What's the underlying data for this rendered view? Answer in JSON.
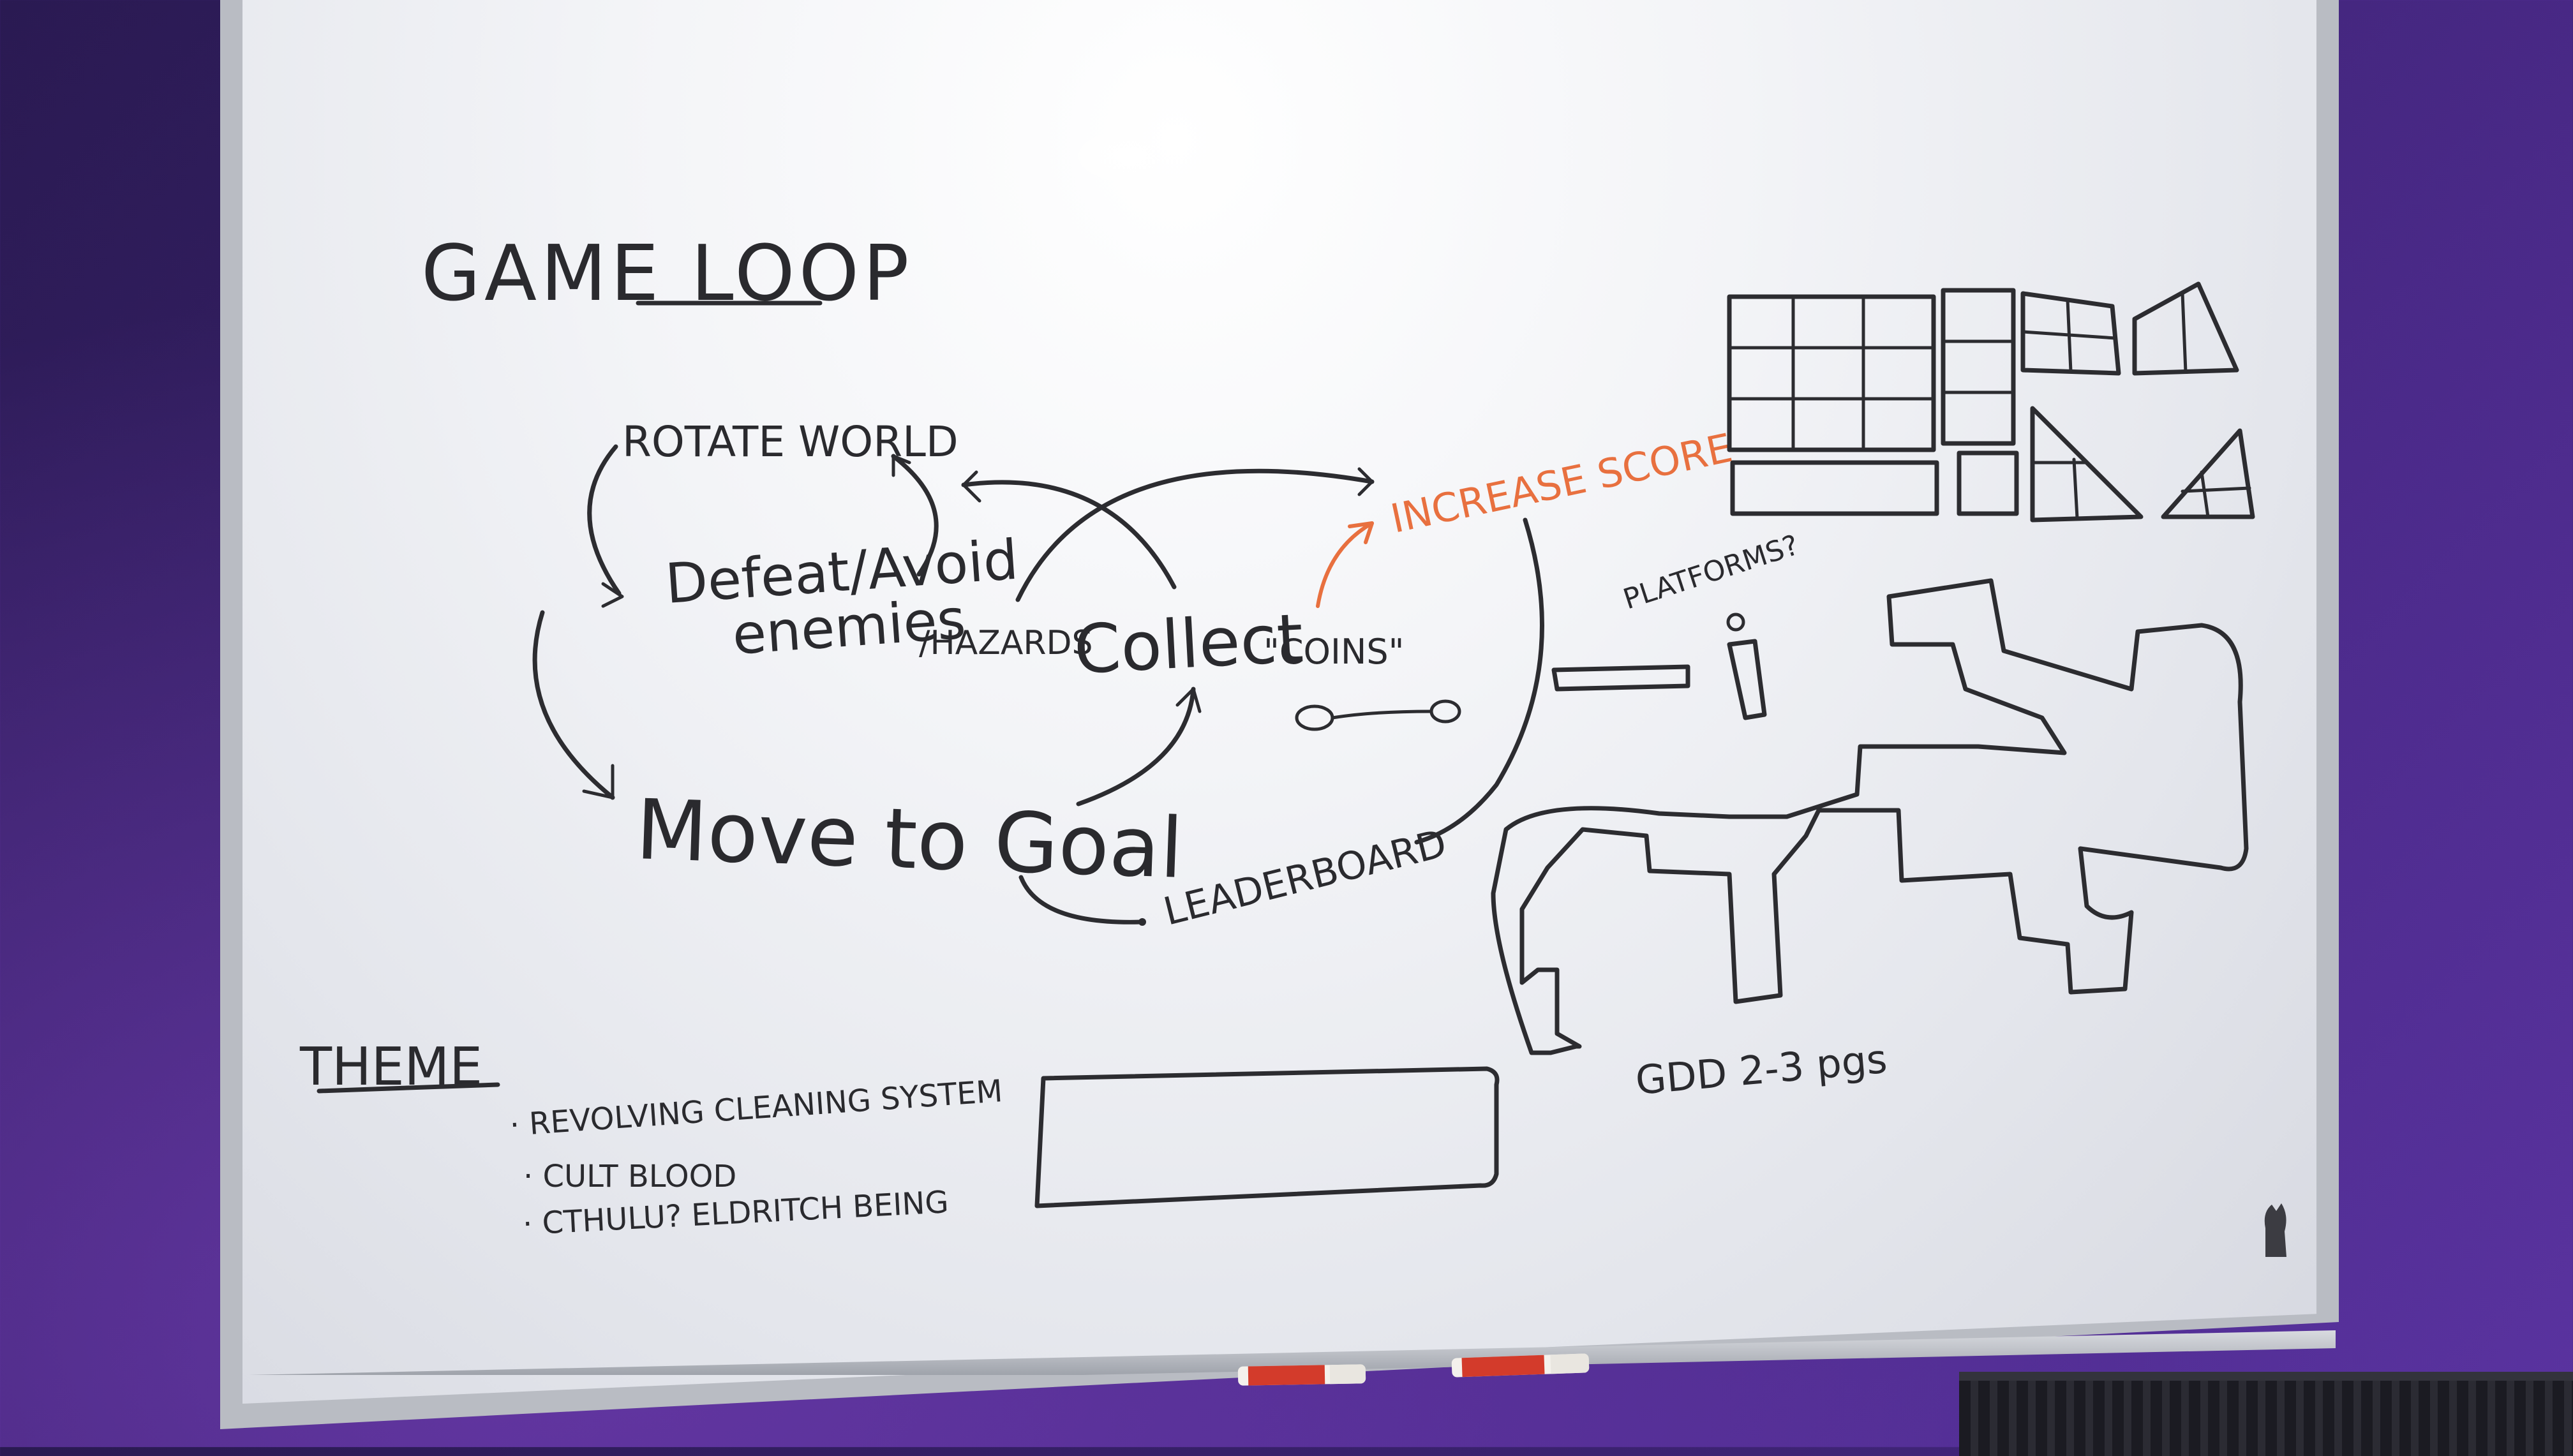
{
  "whiteboard": {
    "title": "GAME LOOP",
    "loop_nodes": {
      "rotate": "ROTATE WORLD",
      "defeat_line1": "Defeat/Avoid",
      "defeat_line2": "enemies",
      "hazards": "/HAZARDS",
      "move": "Move to Goal",
      "collect": "Collect",
      "coins": "\"COINS\"",
      "increase": "INCREASE SCORE",
      "leaderboard": "LEADERBOARD"
    },
    "theme": {
      "heading": "THEME",
      "items": [
        "· REVOLVING CLEANING SYSTEM",
        "· CULT BLOOD",
        "· CTHULU? ELDRITCH BEING"
      ]
    },
    "right_notes": {
      "platforms": "PLATFORMS?",
      "gdd": "GDD 2-3 pgs"
    }
  },
  "colors": {
    "ink": "#2c2c30",
    "orange_ink": "#e8703f",
    "wall": "#4b2a8a",
    "board": "#f3f4f7"
  }
}
